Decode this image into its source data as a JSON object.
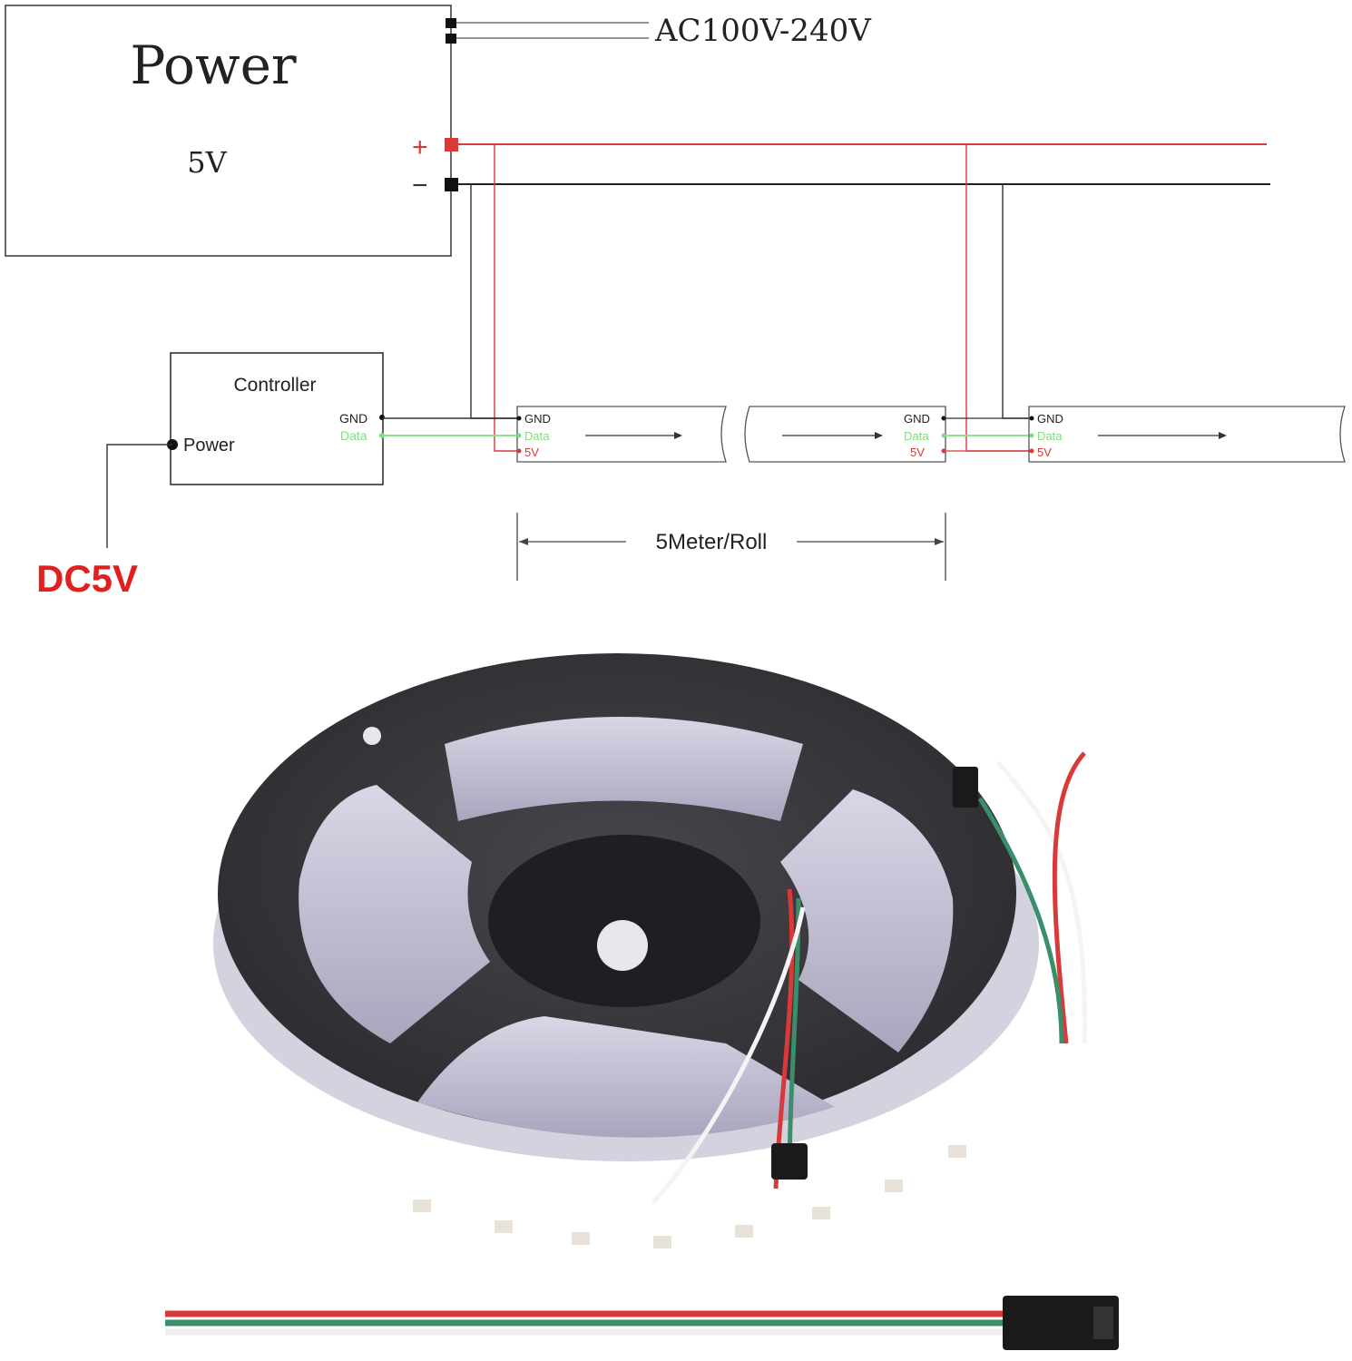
{
  "power_supply": {
    "title": "Power",
    "voltage": "5V",
    "input": "AC100V-240V",
    "plus": "+",
    "minus": "−"
  },
  "controller": {
    "title": "Controller",
    "gnd": "GND",
    "data": "Data",
    "power": "Power"
  },
  "strips": [
    {
      "gnd": "GND",
      "data": "Data",
      "v5": "5V"
    },
    {
      "gnd": "GND",
      "data": "Data",
      "v5": "5V"
    },
    {
      "gnd": "GND",
      "data": "Data",
      "v5": "5V"
    }
  ],
  "dimension": "5Meter/Roll",
  "dc_label": "DC5V",
  "colors": {
    "wire_black": "#333333",
    "wire_red": "#d83a3a",
    "wire_green": "#7be07b",
    "label_red": "#e0201e",
    "reel": "#3a383c",
    "strip_glow": "#c9c4d8"
  }
}
